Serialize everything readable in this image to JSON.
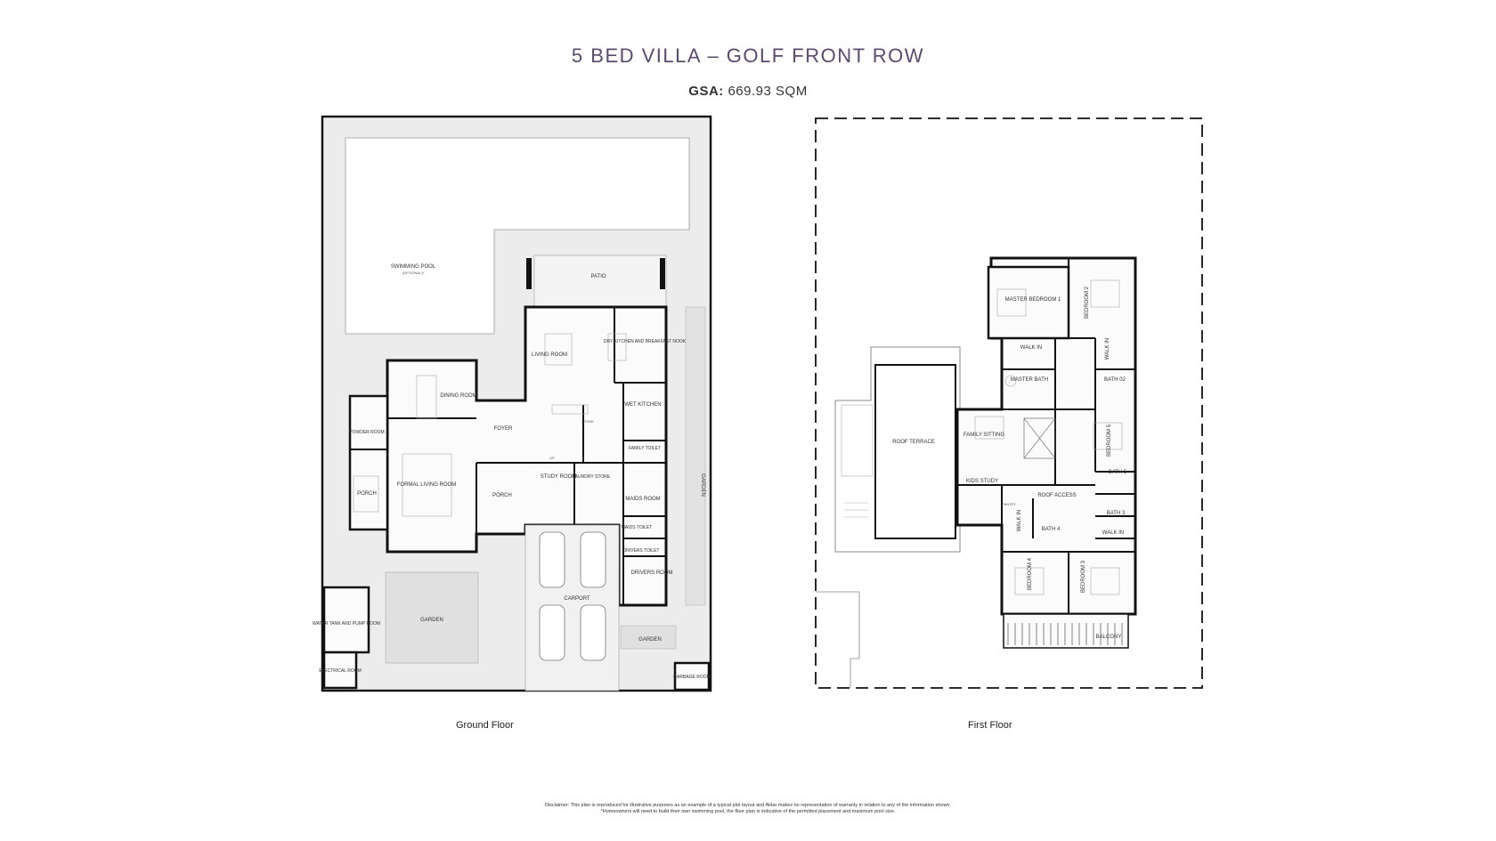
{
  "header": {
    "title": "5 BED VILLA  – GOLF FRONT ROW",
    "gsa_label": "GSA:",
    "gsa_value": "669.93 SQM"
  },
  "ground_floor": {
    "caption": "Ground Floor",
    "rooms": {
      "pool": "SWIMMING POOL",
      "pool_note": "(OPTIONAL)*",
      "patio": "PATIO",
      "living": "LIVING ROOM",
      "dry_kitchen": "DRY KITCHEN AND BREAKFAST NOOK",
      "dining": "DINING ROOM",
      "wet_kitchen": "WET KITCHEN",
      "powder": "POWDER ROOM",
      "foyer": "FOYER",
      "store": "STORE",
      "family_toilet": "FAMILY TOILET",
      "formal_living": "FORMAL LIVING ROOM",
      "porch_left": "PORCH",
      "porch_mid": "PORCH",
      "study": "STUDY ROOM",
      "laundry": "LAUNDRY STORE",
      "maids_room": "MAIDS ROOM",
      "maids_toilet": "MAIDS TOILET",
      "drivers_toilet": "DRIVERS TOILET",
      "drivers_room": "DRIVERS ROOM",
      "carport": "CARPORT",
      "garden_right": "GARDEN",
      "garden_center": "GARDEN",
      "garden_bottom": "GARDEN",
      "water_tank": "WATER TANK AND PUMP ROOM",
      "electrical": "ELECTRICAL ROOM",
      "garbage": "GARBAGE ROOM",
      "up": "UP"
    }
  },
  "first_floor": {
    "caption": "First Floor",
    "rooms": {
      "roof_terrace": "ROOF TERRACE",
      "master_bedroom": "MASTER BEDROOM 1",
      "bedroom2": "BEDROOM 2",
      "walk_in_top": "WALK IN",
      "walk_in_right": "WALK IN",
      "master_bath": "MASTER BATH",
      "bath2": "BATH 02",
      "family_sitting": "FAMILY SITTING",
      "bedroom5": "BEDROOM 5",
      "kids_study": "KIDS STUDY",
      "bath5": "BATH 5",
      "roof_access": "ROOF ACCESS",
      "bath3": "BATH 3",
      "pantry": "PANTRY",
      "walk_in_left": "WALK IN",
      "bath4": "BATH 4",
      "walk_in_br": "WALK IN",
      "bedroom4": "BEDROOM 4",
      "bedroom3": "BEDROOM 3",
      "balcony": "BALCONY"
    }
  },
  "disclaimer": {
    "line1": "Disclaimer: This plan is reproduced for illustrative purposes as an example of a typical plot layout and Aldar makes no representation of warranty in relation to any of the information shown.",
    "line2": "*Homeowners will need to build their own swimming pool, the floor plan is indicative of the permitted placement and maximum pool size."
  },
  "colors": {
    "title": "#5a4a6e",
    "wall": "#111111",
    "shade": "#e6e6e6",
    "outline": "#8a8a8a"
  }
}
